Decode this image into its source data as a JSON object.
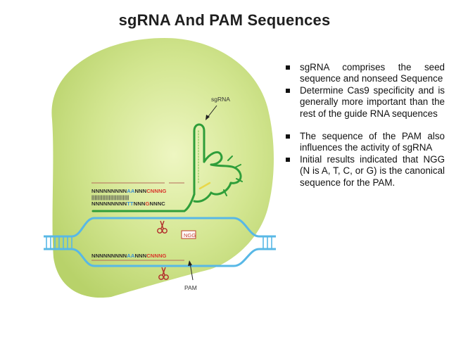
{
  "slide": {
    "title": "sgRNA And PAM Sequences"
  },
  "figure": {
    "label_sgrna": "sgRNA",
    "label_pam": "PAM",
    "label_ngg": "NGG",
    "top_strand": {
      "prefix": "NNNNNNNNN",
      "aa": "AA",
      "mid": "NNN",
      "c": "C",
      "tail": "NNNG"
    },
    "bottom_strand": {
      "prefix": "NNNNNNNNN",
      "tt": "TT",
      "mid": "NNN",
      "g": "G",
      "tail": "NNNC"
    },
    "lower_strand": {
      "prefix": "NNNNNNNNN",
      "aa": "AA",
      "mid": "NNN",
      "c": "C",
      "tail": "NNNG"
    },
    "colors": {
      "blob": "#c8de7a",
      "blob_light": "#e9f3b4",
      "helix": "#58b8e6",
      "sgrna": "#2f9e3a",
      "seq_dark": "#2b2b2b",
      "seq_blue": "#3a8fd1",
      "seq_red": "#d8342a",
      "pam_red": "#c23a2a"
    },
    "icons": [
      "scissors-icon",
      "scissors-icon",
      "arrow-icon",
      "arrow-icon"
    ]
  },
  "bullets": [
    {
      "text": "sgRNA comprises the seed sequence and nonseed Sequence"
    },
    {
      "text": "Determine Cas9 specificity and is generally more important than the rest of the guide RNA sequences"
    },
    {
      "text": "The sequence of the PAM also influences the activity of sgRNA"
    },
    {
      "text": "Initial results indicated that NGG (N is A, T, C, or G) is the canonical sequence for the PAM."
    }
  ]
}
